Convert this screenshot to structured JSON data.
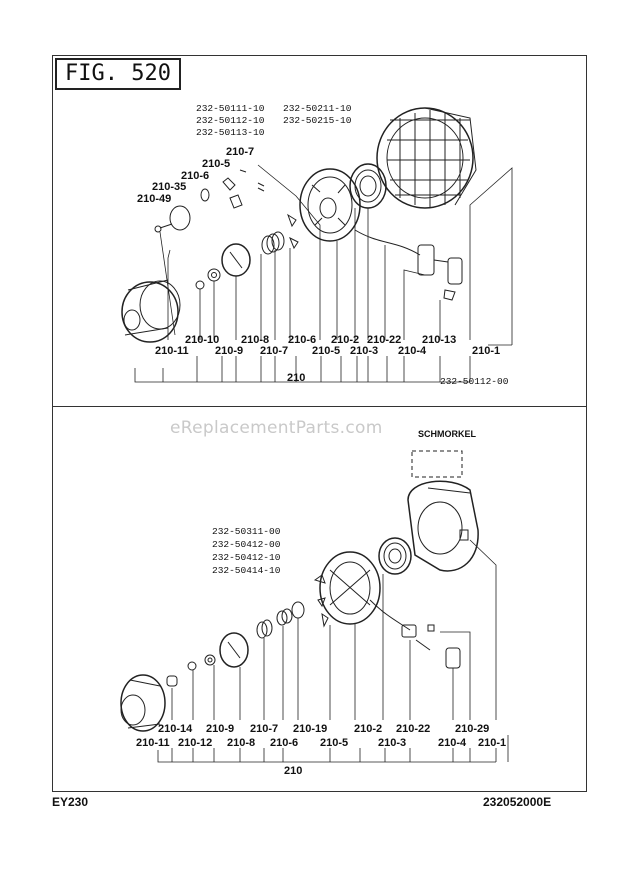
{
  "figure_title": "FIG. 520",
  "watermark": "eReplacementParts.com",
  "model": "EY230",
  "doc_number": "232052000E",
  "top_diagram": {
    "part_numbers": [
      "232-50111-10",
      "232-50112-10",
      "232-50113-10",
      "232-50211-10",
      "232-50215-10"
    ],
    "assembly_label": "210",
    "reference": "232-50112-00",
    "callouts": [
      "210-7",
      "210-5",
      "210-6",
      "210-35",
      "210-49",
      "210-10",
      "210-8",
      "210-6",
      "210-2",
      "210-22",
      "210-13",
      "210-11",
      "210-9",
      "210-7",
      "210-5",
      "210-3",
      "210-4",
      "210-1"
    ]
  },
  "bottom_diagram": {
    "note": "SCHMORKEL",
    "part_numbers": [
      "232-50311-00",
      "232-50412-00",
      "232-50412-10",
      "232-50414-10"
    ],
    "assembly_label": "210",
    "callouts": [
      "210-14",
      "210-9",
      "210-7",
      "210-19",
      "210-2",
      "210-22",
      "210-29",
      "210-11",
      "210-12",
      "210-8",
      "210-6",
      "210-5",
      "210-3",
      "210-4",
      "210-1"
    ]
  }
}
